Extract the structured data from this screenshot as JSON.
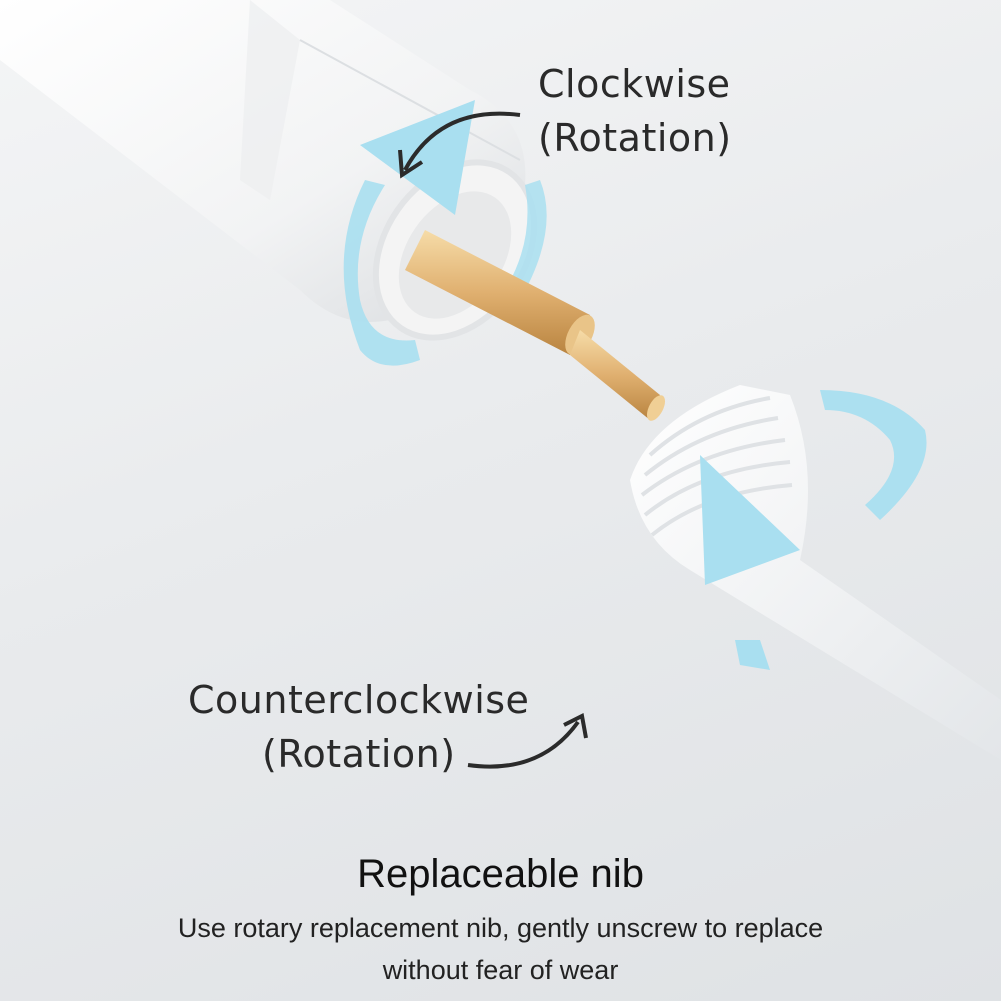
{
  "labels": {
    "clockwise_line1": "Clockwise",
    "clockwise_line2": "(Rotation)",
    "counter_line1": "Counterclockwise",
    "counter_line2": "(Rotation)"
  },
  "caption": {
    "title": "Replaceable nib",
    "line1": "Use rotary replacement nib, gently unscrew to replace",
    "line2": "without fear of wear"
  },
  "colors": {
    "arrow_blue": "#a9dff0",
    "pen_body": "#fbfbfb",
    "gold_tip": "#e0b070",
    "text": "#2a2a2a"
  }
}
